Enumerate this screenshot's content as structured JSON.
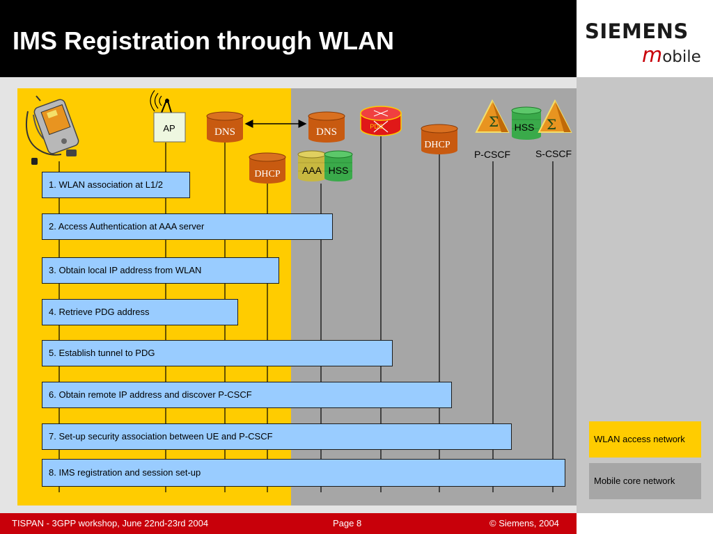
{
  "title": "IMS Registration through WLAN",
  "logo": {
    "line1": "SIEMENS",
    "m": "m",
    "rest": "obile"
  },
  "colors": {
    "wlan_zone": "#ffcc00",
    "core_zone": "#a6a6a6",
    "message_box": "#99ccff",
    "footer": "#c8000a"
  },
  "nodes": {
    "ap": "AP",
    "dns_local": "DNS",
    "dhcp_local": "DHCP",
    "dns_remote": "DNS",
    "pdg": "PDG",
    "aaa": "AAA",
    "hss_wlan": "HSS",
    "dhcp_remote": "DHCP",
    "hss_ims": "HSS",
    "pcscf": "P-CSCF",
    "scscf": "S-CSCF"
  },
  "steps": [
    "1. WLAN association at L1/2",
    "2. Access Authentication at AAA server",
    "3. Obtain local IP address from WLAN",
    "4. Retrieve PDG address",
    "5. Establish tunnel to PDG",
    "6. Obtain remote IP address and discover P-CSCF",
    "7. Set-up security association between UE and P-CSCF",
    "8. IMS registration and session set-up"
  ],
  "legend": {
    "wlan": "WLAN access network",
    "core": "Mobile core network"
  },
  "footer": {
    "left": "TISPAN - 3GPP workshop, June 22nd-23rd 2004",
    "page": "Page 8",
    "copyright": "© Siemens, 2004"
  }
}
